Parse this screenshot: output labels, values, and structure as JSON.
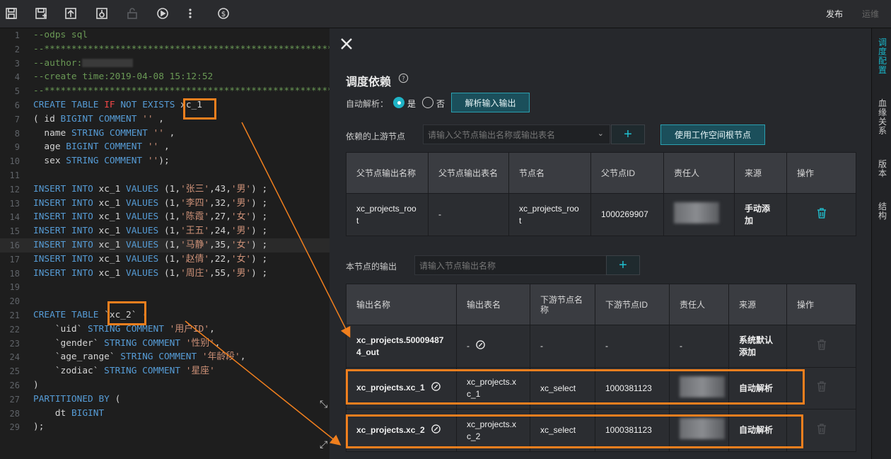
{
  "toolbar": {
    "icons": [
      "save-icon",
      "save-as-icon",
      "submit-icon",
      "publish-icon",
      "lock-icon",
      "run-icon",
      "more-icon",
      "cost-icon"
    ],
    "publish_label": "发布",
    "ops_label": "运维"
  },
  "editor": {
    "lines": [
      "--odps sql",
      "--********************************************************",
      "--author:",
      "--create time:2019-04-08 15:12:52",
      "--********************************************************",
      "CREATE TABLE IF NOT EXISTS xc_1",
      "( id BIGINT COMMENT '' ,",
      "  name STRING COMMENT '' ,",
      "  age BIGINT COMMENT '' ,",
      "  sex STRING COMMENT '');",
      "",
      "INSERT INTO xc_1 VALUES (1,'张三',43,'男') ;",
      "INSERT INTO xc_1 VALUES (1,'李四',32,'男') ;",
      "INSERT INTO xc_1 VALUES (1,'陈霞',27,'女') ;",
      "INSERT INTO xc_1 VALUES (1,'王五',24,'男') ;",
      "INSERT INTO xc_1 VALUES (1,'马静',35,'女') ;",
      "INSERT INTO xc_1 VALUES (1,'赵倩',22,'女') ;",
      "INSERT INTO xc_1 VALUES (1,'周庄',55,'男') ;",
      "",
      "",
      "CREATE TABLE `xc_2` (",
      "    `uid` STRING COMMENT '用户ID',",
      "    `gender` STRING COMMENT '性别',",
      "    `age_range` STRING COMMENT '年龄段',",
      "    `zodiac` STRING COMMENT '星座'",
      ")",
      "PARTITIONED BY (",
      "    dt BIGINT",
      ");"
    ]
  },
  "panel": {
    "title": "调度依赖",
    "auto_parse_label": "自动解析：",
    "yes_label": "是",
    "no_label": "否",
    "parse_io_button": "解析输入输出",
    "upstream_label": "依赖的上游节点",
    "upstream_placeholder": "请输入父节点输出名称或输出表名",
    "use_root_button": "使用工作空间根节点",
    "upstream_headers": [
      "父节点输出名称",
      "父节点输出表名",
      "节点名",
      "父节点ID",
      "责任人",
      "来源",
      "操作"
    ],
    "upstream_rows": [
      {
        "output_name": "xc_projects_root",
        "output_table": "-",
        "node_name": "xc_projects_root",
        "node_id": "1000269907",
        "source": "手动添加"
      }
    ],
    "output_label": "本节点的输出",
    "output_placeholder": "请输入节点输出名称",
    "output_headers": [
      "输出名称",
      "输出表名",
      "下游节点名称",
      "下游节点ID",
      "责任人",
      "来源",
      "操作"
    ],
    "output_rows": [
      {
        "output_name": "xc_projects.500094874_out",
        "output_table": "-",
        "node_name": "-",
        "node_id": "-",
        "owner": "-",
        "source": "系统默认添加"
      },
      {
        "output_name": "xc_projects.xc_1",
        "output_table": "xc_projects.xc_1",
        "node_name": "xc_select",
        "node_id": "1000381123",
        "owner": "",
        "source": "自动解析"
      },
      {
        "output_name": "xc_projects.xc_2",
        "output_table": "xc_projects.xc_2",
        "node_name": "xc_select",
        "node_id": "1000381123",
        "owner": "",
        "source": "自动解析"
      }
    ]
  },
  "right_tabs": [
    "调度配置",
    "血缘关系",
    "版本",
    "结构"
  ]
}
